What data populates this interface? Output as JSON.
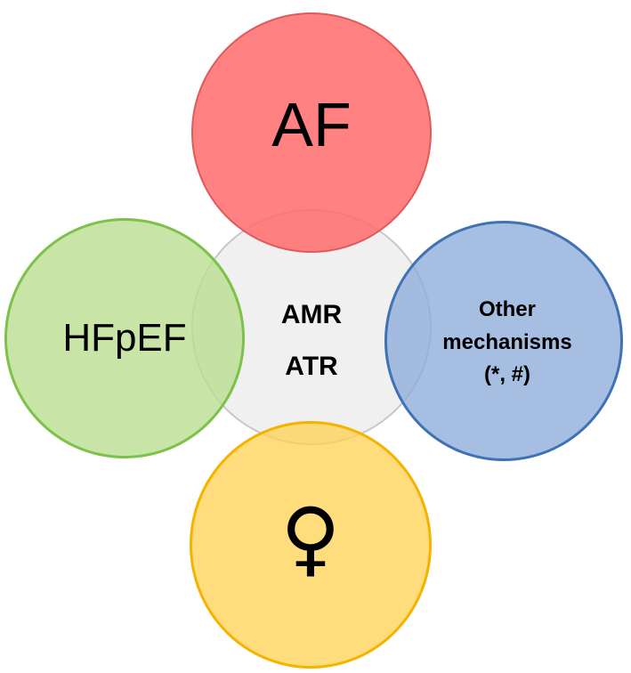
{
  "diagram": {
    "center": {
      "lines": [
        "AMR",
        "ATR"
      ],
      "fill": "#f0f0f0",
      "stroke": "#c8c8c8"
    },
    "top": {
      "label": "AF",
      "fill": "#ff7f7f",
      "stroke": "#e05a5a"
    },
    "left": {
      "label": "HFpEF",
      "fill": "#c5e0a5",
      "stroke": "#7cc24a"
    },
    "right": {
      "lines": [
        "Other",
        "mechanisms",
        "(*, #)"
      ],
      "fill": "#a7bfe0",
      "stroke": "#3f72b5"
    },
    "bottom": {
      "symbol": "♀",
      "icon": "female-symbol-icon",
      "fill": "#ffd96e",
      "stroke": "#f5b300"
    }
  }
}
